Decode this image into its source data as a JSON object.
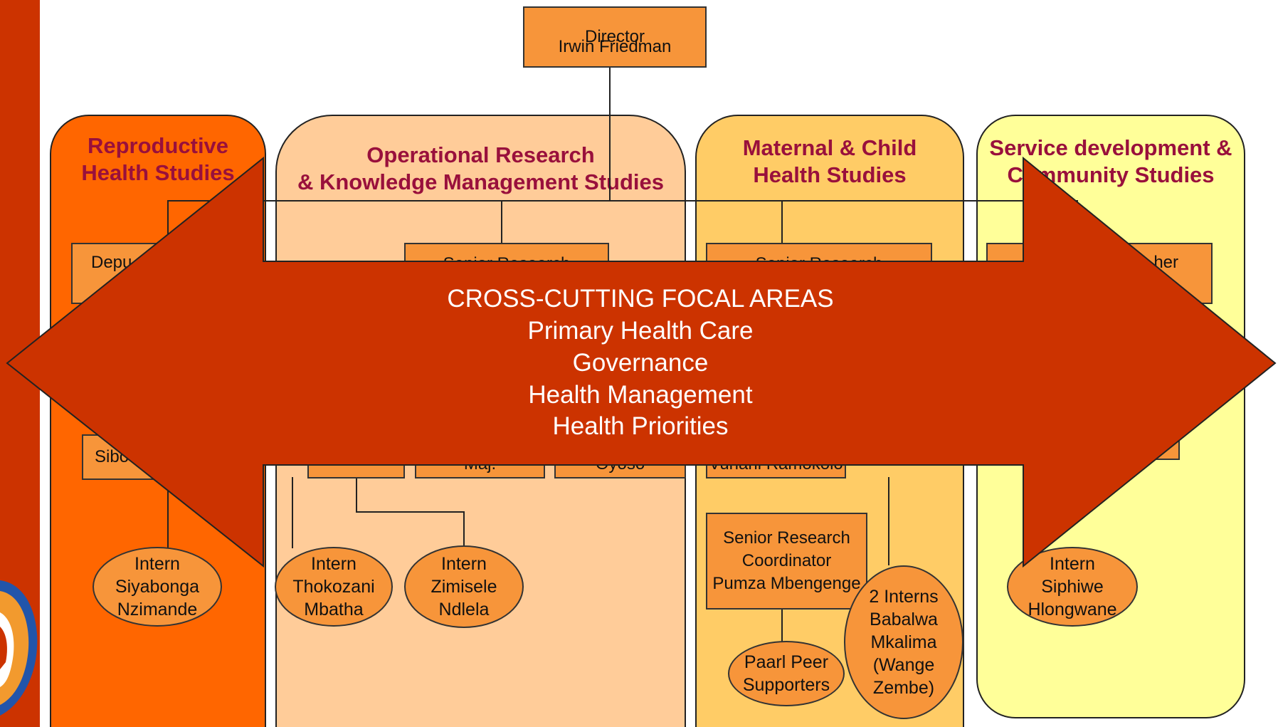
{
  "director": {
    "title": "Director",
    "name": "Irwin Friedman"
  },
  "panels": [
    {
      "title": "Reproductive\nHealth Studies",
      "color": "#ff6600"
    },
    {
      "title": "Operational Research\n& Knowledge Management Studies",
      "color": "#ffcc99"
    },
    {
      "title": "Maternal  & Child\nHealth Studies",
      "color": "#ffcc66"
    },
    {
      "title": "Service development &\nCommunity Studies",
      "color": "#ffff99"
    }
  ],
  "partial_boxes": {
    "rh_deputy": "Depu",
    "rh_sib": "Sibo",
    "or_senior": "Senior Research",
    "or_maj": "Maj.",
    "or_oyoso": "Oyoso",
    "mch_senior": "Senior Research",
    "mch_vuhani": "Vuhani Ramokolo",
    "sd_her": "her"
  },
  "boxes": {
    "mch_coordinator": "Senior Research\nCoordinator\nPumza Mbengenge"
  },
  "ovals": {
    "siyabonga": "Intern\nSiyabonga\nNzimande",
    "thokozani": "Intern\nThokozani\nMbatha",
    "zimisele": "Intern\nZimisele\nNdlela",
    "paarl": "Paarl Peer\nSupporters",
    "two_interns": "2 Interns\nBabalwa\nMkalima\n(Wange\nZembe)",
    "siphiwe": "Intern\nSiphiwe\nHlongwane"
  },
  "arrow": {
    "heading": "CROSS-CUTTING FOCAL AREAS",
    "items": [
      "Primary Health Care",
      "Governance",
      "Health Management",
      "Health Priorities"
    ],
    "color": "#cc3300"
  },
  "side_bar_color": "#cc3300"
}
